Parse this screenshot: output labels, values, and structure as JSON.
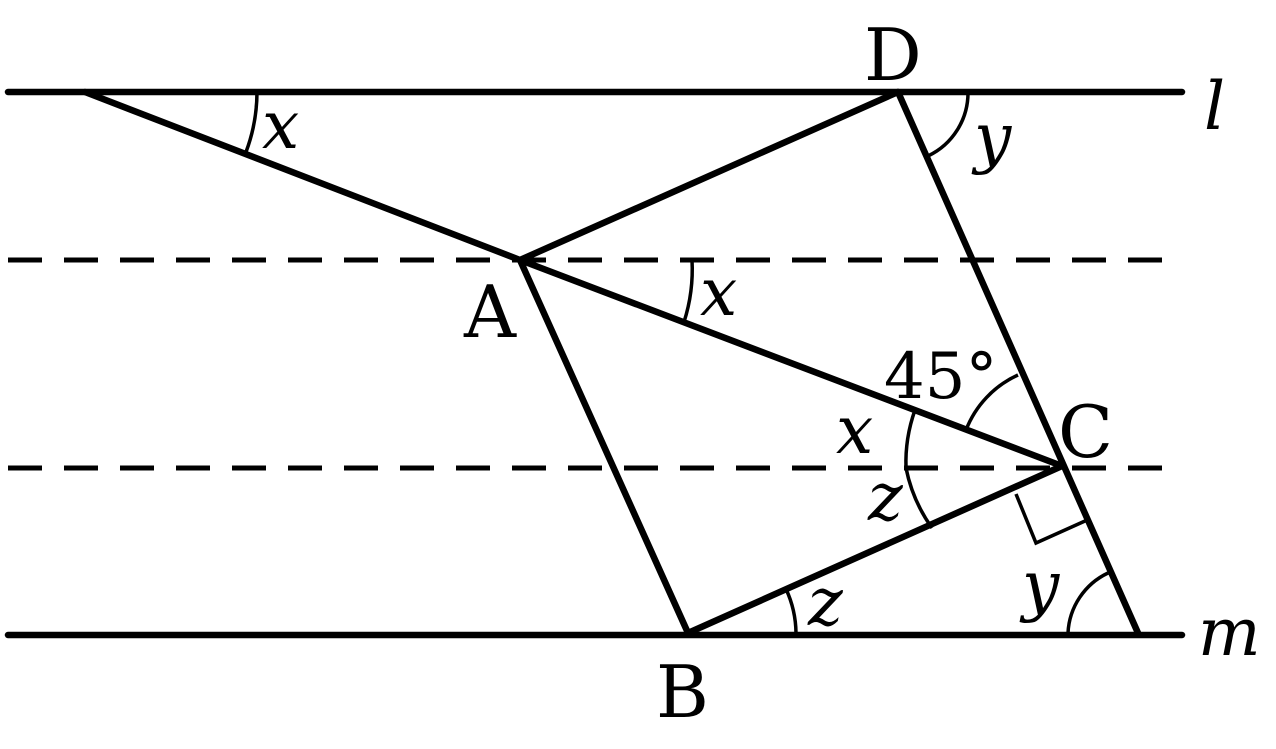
{
  "points": {
    "A": "A",
    "B": "B",
    "C": "C",
    "D": "D"
  },
  "lines": {
    "top": "l",
    "bottom": "m"
  },
  "angles": {
    "x_top": "x",
    "x_mid": "x",
    "x_at_c": "x",
    "y_top": "y",
    "y_bottom": "y",
    "z_at_c": "z",
    "z_at_b": "z",
    "c_45": "45°"
  }
}
